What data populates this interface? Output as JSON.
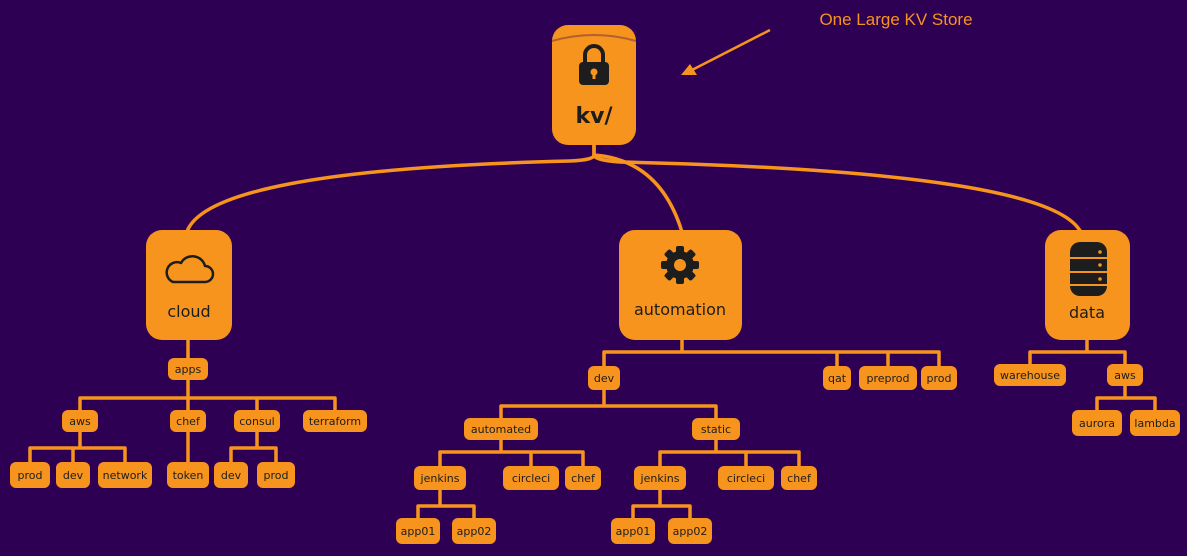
{
  "annotation": "One Large KV Store",
  "colors": {
    "background": "#2e0054",
    "accent": "#f7941d",
    "ink": "#1d1d1d"
  },
  "nodes": {
    "kv": {
      "label": "kv/",
      "icon": "lock-icon"
    },
    "cloud": {
      "label": "cloud",
      "icon": "cloud-icon"
    },
    "automation": {
      "label": "automation",
      "icon": "gear-icon"
    },
    "data": {
      "label": "data",
      "icon": "database-icon"
    },
    "apps": "apps",
    "aws": "aws",
    "chef": "chef",
    "consul": "consul",
    "terraform": "terraform",
    "aws_prod": "prod",
    "aws_dev": "dev",
    "network": "network",
    "token": "token",
    "consul_dev": "dev",
    "consul_prod": "prod",
    "dev": "dev",
    "qat": "qat",
    "preprod": "preprod",
    "prod": "prod",
    "automated": "automated",
    "static": "static",
    "jenkins_a": "jenkins",
    "circleci_a": "circleci",
    "chef_a": "chef",
    "jenkins_s": "jenkins",
    "circleci_s": "circleci",
    "chef_s": "chef",
    "app01_a": "app01",
    "app02_a": "app02",
    "app01_s": "app01",
    "app02_s": "app02",
    "warehouse": "warehouse",
    "data_aws": "aws",
    "aurora": "aurora",
    "lambda": "lambda"
  }
}
